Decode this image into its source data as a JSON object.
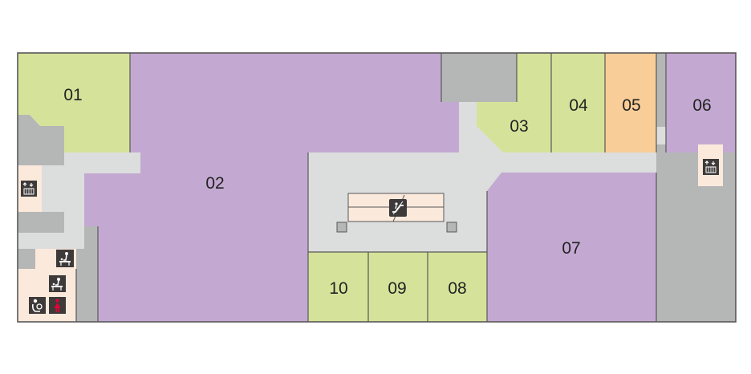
{
  "map": {
    "colors": {
      "corridor": "#dcdddd",
      "wall": "#595757",
      "service": "#b5b6b6",
      "facility": "#fbe9dc",
      "escalator_void": "#fbe9dc",
      "icon_bg": "#3e3a39",
      "restroom_red": "#e60033",
      "purple": "#c3a9d2",
      "green": "#d5e39a",
      "orange": "#f8cd97"
    },
    "units": [
      {
        "id": "01",
        "label": "01",
        "color": "green"
      },
      {
        "id": "02",
        "label": "02",
        "color": "purple"
      },
      {
        "id": "03",
        "label": "03",
        "color": "green"
      },
      {
        "id": "04",
        "label": "04",
        "color": "green"
      },
      {
        "id": "05",
        "label": "05",
        "color": "orange"
      },
      {
        "id": "06",
        "label": "06",
        "color": "purple"
      },
      {
        "id": "07",
        "label": "07",
        "color": "purple"
      },
      {
        "id": "08",
        "label": "08",
        "color": "green"
      },
      {
        "id": "09",
        "label": "09",
        "color": "green"
      },
      {
        "id": "10",
        "label": "10",
        "color": "green"
      }
    ],
    "icons": {
      "elevator": "elevator-icon",
      "escalator": "escalator-icon",
      "baby_changing": "baby-changing-icon",
      "nursing_room": "nursing-room-icon",
      "womens_restroom": "womens-restroom-icon"
    }
  }
}
